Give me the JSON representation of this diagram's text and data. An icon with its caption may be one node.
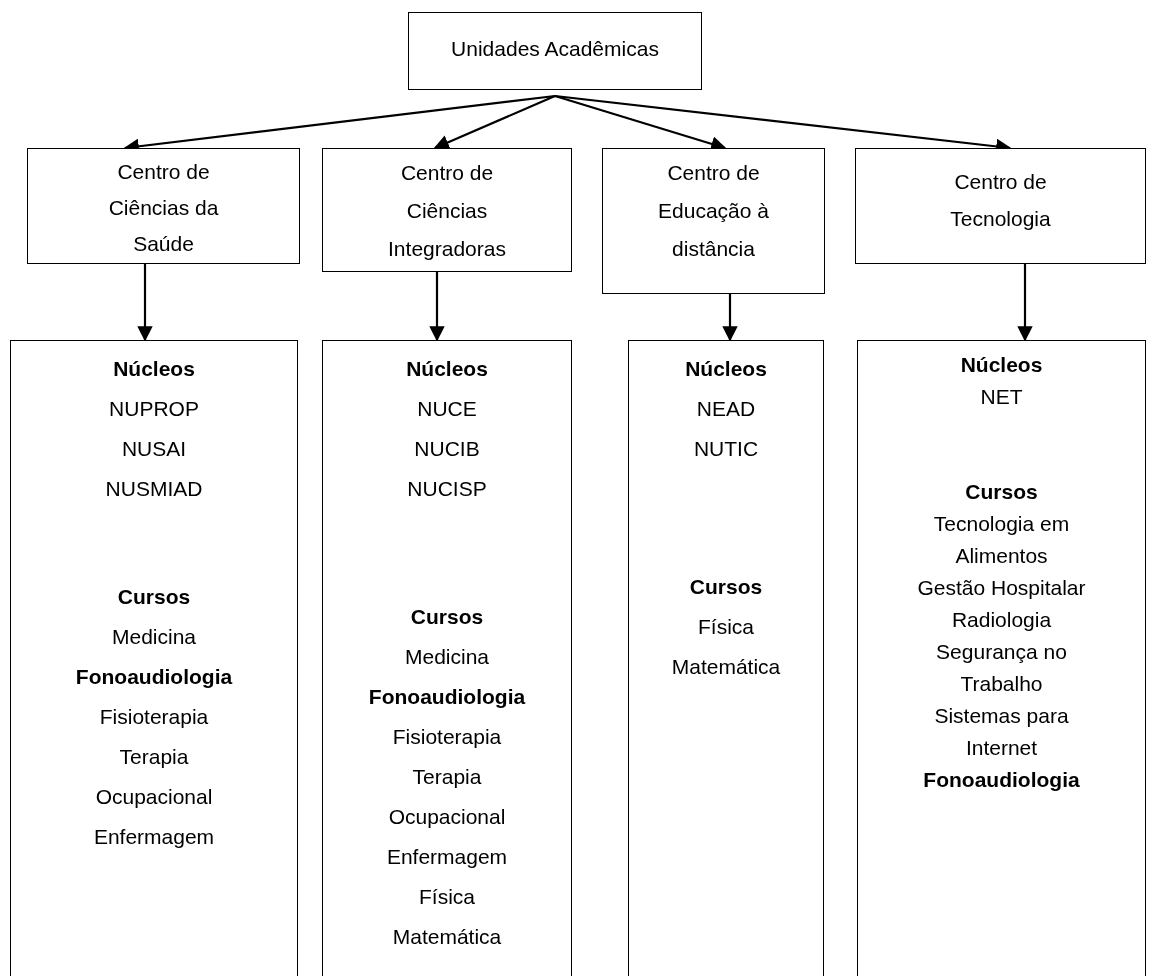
{
  "diagram": {
    "nodes": [
      {
        "text": [
          "Unidades Acadêmicas"
        ]
      },
      {
        "text": [
          "Centro de Ciências da Saúde"
        ]
      },
      {
        "text": [
          "Centro de Ciências Integradoras"
        ]
      },
      {
        "text": [
          "Centro de Educação à distância"
        ]
      },
      {
        "text": [
          "Centro de Tecnologia"
        ]
      },
      {
        "text": [
          "Núcleos",
          "NUPROP",
          "NUSAI",
          "NUSMIAD",
          "Cursos",
          "Medicina",
          "Fonoaudiologia",
          "Fisioterapia",
          "Terapia Ocupacional",
          "Enfermagem"
        ]
      },
      {
        "text": [
          "Núcleos",
          "NUCE",
          "NUCIB",
          "NUCISP",
          "Cursos",
          "Medicina",
          "Fonoaudiologia",
          "Fisioterapia",
          "Terapia Ocupacional",
          "Enfermagem",
          "Física",
          "Matemática"
        ]
      },
      {
        "text": [
          "Núcleos",
          "NEAD",
          "NUTIC",
          "Cursos",
          "Física",
          "Matemática"
        ]
      },
      {
        "text": [
          "Núcleos",
          "NET",
          "Cursos",
          "Tecnologia em Alimentos",
          "Gestão Hospitalar",
          "Radiologia",
          "Segurança no Trabalho",
          "Sistemas para Internet",
          "Fonoaudiologia"
        ]
      }
    ],
    "edges": [
      {
        "from": 0,
        "to": 1,
        "arrow": "to"
      },
      {
        "from": 0,
        "to": 2,
        "arrow": "to"
      },
      {
        "from": 0,
        "to": 3,
        "arrow": "to"
      },
      {
        "from": 0,
        "to": 4,
        "arrow": "to"
      },
      {
        "from": 1,
        "to": 5,
        "arrow": "to"
      },
      {
        "from": 2,
        "to": 6,
        "arrow": "to"
      },
      {
        "from": 3,
        "to": 7,
        "arrow": "to"
      },
      {
        "from": 4,
        "to": 8,
        "arrow": "to"
      }
    ]
  }
}
